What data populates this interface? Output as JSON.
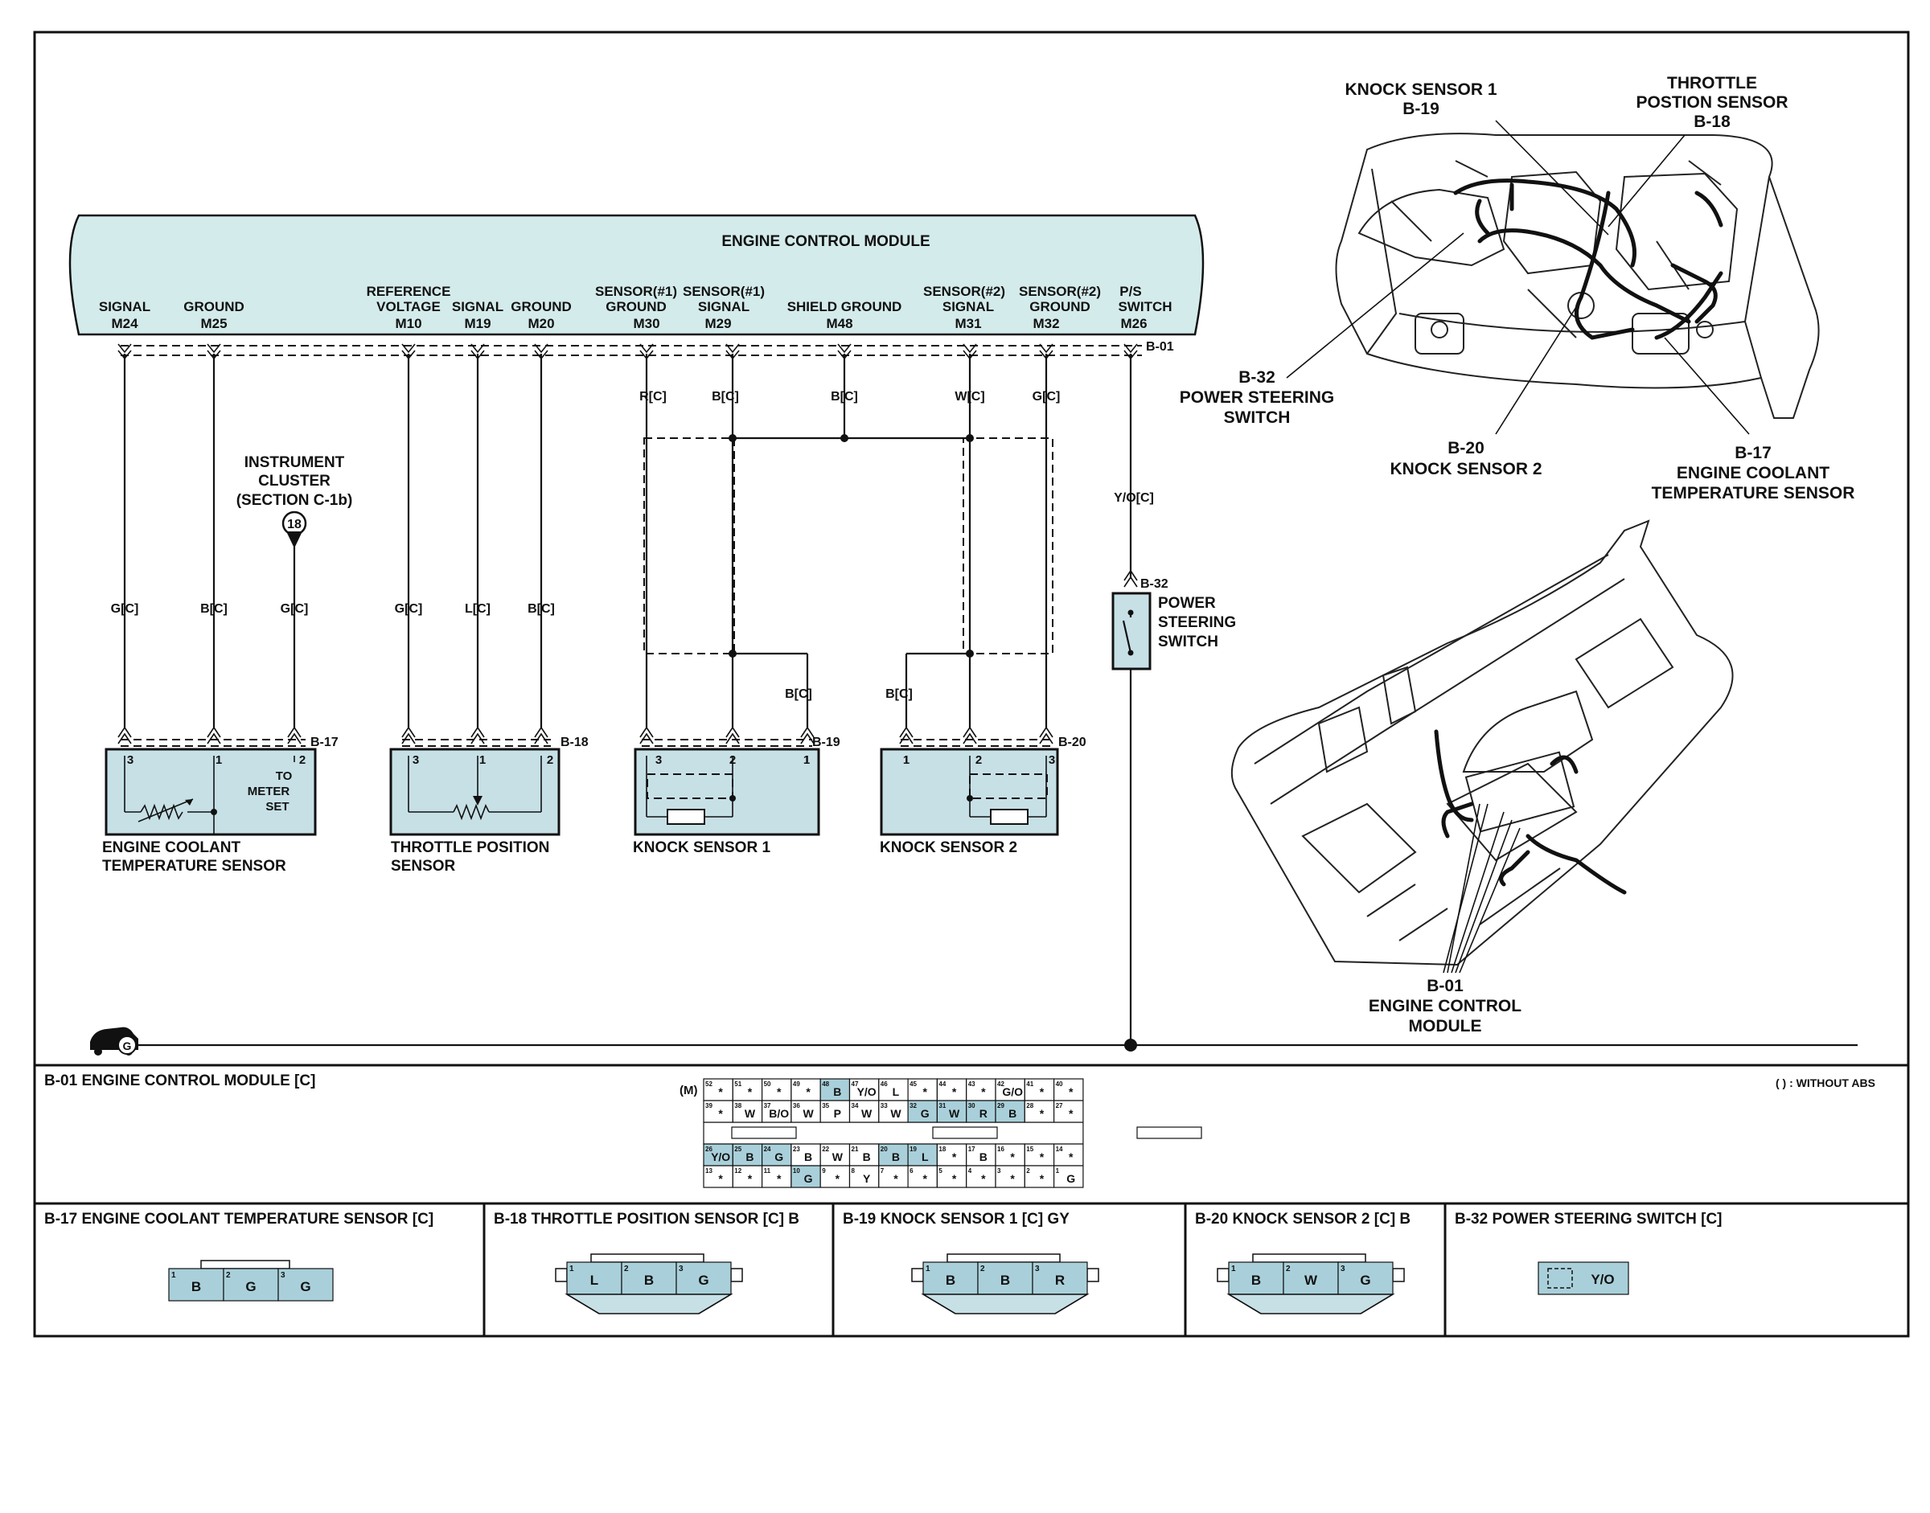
{
  "ecm": {
    "title": "ENGINE CONTROL MODULE",
    "pins": [
      {
        "l1": "",
        "l2": "SIGNAL",
        "pin": "M24"
      },
      {
        "l1": "",
        "l2": "GROUND",
        "pin": "M25"
      },
      {
        "l1": "REFERENCE",
        "l2": "VOLTAGE",
        "pin": "M10"
      },
      {
        "l1": "",
        "l2": "SIGNAL",
        "pin": "M19"
      },
      {
        "l1": "",
        "l2": "GROUND",
        "pin": "M20"
      },
      {
        "l1": "SENSOR(#1)",
        "l2": "GROUND",
        "pin": "M30"
      },
      {
        "l1": "SENSOR(#1)",
        "l2": "SIGNAL",
        "pin": "M29"
      },
      {
        "l1": "",
        "l2": "SHIELD GROUND",
        "pin": "M48"
      },
      {
        "l1": "SENSOR(#2)",
        "l2": "SIGNAL",
        "pin": "M31"
      },
      {
        "l1": "SENSOR(#2)",
        "l2": "GROUND",
        "pin": "M32"
      },
      {
        "l1": "P/S",
        "l2": "SWITCH",
        "pin": "M26"
      }
    ],
    "connector": "B-01"
  },
  "wires": {
    "top": [
      "R[C]",
      "B[C]",
      "B[C]",
      "W[C]",
      "G[C]"
    ],
    "ps": "Y/O[C]",
    "lower": [
      "G[C]",
      "B[C]",
      "G[C]",
      "G[C]",
      "L[C]",
      "B[C]"
    ],
    "ks1": "B[C]",
    "ks2": "B[C]"
  },
  "cluster": {
    "l1": "INSTRUMENT",
    "l2": "CLUSTER",
    "l3": "(SECTION C-1b)",
    "num": "18"
  },
  "ps_switch": {
    "conn": "B-32",
    "l1": "POWER",
    "l2": "STEERING",
    "l3": "SWITCH"
  },
  "components": [
    {
      "conn": "B-17",
      "name1": "ENGINE COOLANT",
      "name2": "TEMPERATURE SENSOR",
      "pins": [
        "3",
        "1",
        "2"
      ],
      "note1": "TO",
      "note2": "METER",
      "note3": "SET"
    },
    {
      "conn": "B-18",
      "name1": "THROTTLE POSITION",
      "name2": "SENSOR",
      "pins": [
        "3",
        "1",
        "2"
      ]
    },
    {
      "conn": "B-19",
      "name1": "KNOCK SENSOR 1",
      "name2": "",
      "pins": [
        "3",
        "2",
        "1"
      ]
    },
    {
      "conn": "B-20",
      "name1": "KNOCK SENSOR 2",
      "name2": "",
      "pins": [
        "1",
        "2",
        "3"
      ]
    }
  ],
  "ground_symbol": "G",
  "locator_top": {
    "ks1": [
      "KNOCK SENSOR 1",
      "B-19"
    ],
    "tps": [
      "THROTTLE",
      "POSTION SENSOR",
      "B-18"
    ],
    "psw": [
      "B-32",
      "POWER STEERING",
      "SWITCH"
    ],
    "ks2": [
      "B-20",
      "KNOCK SENSOR 2"
    ],
    "ect": [
      "B-17",
      "ENGINE COOLANT",
      "TEMPERATURE SENSOR"
    ]
  },
  "locator_bottom": {
    "ecm": [
      "B-01",
      "ENGINE CONTROL",
      "MODULE"
    ]
  },
  "connectors_section": {
    "ecm_title": "B-01 ENGINE CONTROL MODULE [C]",
    "m_label": "(M)",
    "abs_note": "( ) : WITHOUT ABS",
    "rows": [
      [
        [
          "52",
          "*",
          0
        ],
        [
          "51",
          "*",
          0
        ],
        [
          "50",
          "*",
          0
        ],
        [
          "49",
          "*",
          0
        ],
        [
          "48",
          "B",
          1
        ],
        [
          "47",
          "Y/O",
          0
        ],
        [
          "46",
          "L",
          0
        ],
        [
          "45",
          "*",
          0
        ],
        [
          "44",
          "*",
          0
        ],
        [
          "43",
          "*",
          0
        ],
        [
          "42",
          "G/O",
          0
        ],
        [
          "41",
          "*",
          0
        ],
        [
          "40",
          "*",
          0
        ]
      ],
      [
        [
          "39",
          "*",
          0
        ],
        [
          "38",
          "W",
          0
        ],
        [
          "37",
          "B/O",
          0
        ],
        [
          "36",
          "W",
          0
        ],
        [
          "35",
          "P",
          0
        ],
        [
          "34",
          "W",
          0
        ],
        [
          "33",
          "W",
          0
        ],
        [
          "32",
          "G",
          1
        ],
        [
          "31",
          "W",
          1
        ],
        [
          "30",
          "R",
          1
        ],
        [
          "29",
          "B",
          1
        ],
        [
          "28",
          "*",
          0
        ],
        [
          "27",
          "*",
          0
        ]
      ],
      [
        [
          "26",
          "Y/O",
          1
        ],
        [
          "25",
          "B",
          1
        ],
        [
          "24",
          "G",
          1
        ],
        [
          "23",
          "B",
          0
        ],
        [
          "22",
          "W",
          0
        ],
        [
          "21",
          "B",
          0
        ],
        [
          "20",
          "B",
          1
        ],
        [
          "19",
          "L",
          1
        ],
        [
          "18",
          "*",
          0
        ],
        [
          "17",
          "B",
          0
        ],
        [
          "16",
          "*",
          0
        ],
        [
          "15",
          "*",
          0
        ],
        [
          "14",
          "*",
          0
        ]
      ],
      [
        [
          "13",
          "*",
          0
        ],
        [
          "12",
          "*",
          0
        ],
        [
          "11",
          "*",
          0
        ],
        [
          "10",
          "G",
          1
        ],
        [
          "9",
          "*",
          0
        ],
        [
          "8",
          "Y",
          0
        ],
        [
          "7",
          "*",
          0
        ],
        [
          "6",
          "*",
          0
        ],
        [
          "5",
          "*",
          0
        ],
        [
          "4",
          "*",
          0
        ],
        [
          "3",
          "*",
          0
        ],
        [
          "2",
          "*",
          0
        ],
        [
          "1",
          "G",
          0
        ]
      ]
    ],
    "small": [
      {
        "title": "B-17 ENGINE COOLANT TEMPERATURE SENSOR [C]",
        "cells": [
          [
            "1",
            "B"
          ],
          [
            "2",
            "G"
          ],
          [
            "3",
            "G"
          ]
        ]
      },
      {
        "title": "B-18 THROTTLE POSITION SENSOR [C] B",
        "cells": [
          [
            "1",
            "L"
          ],
          [
            "2",
            "B"
          ],
          [
            "3",
            "G"
          ]
        ]
      },
      {
        "title": "B-19 KNOCK SENSOR 1 [C] GY",
        "cells": [
          [
            "1",
            "B"
          ],
          [
            "2",
            "B"
          ],
          [
            "3",
            "R"
          ]
        ]
      },
      {
        "title": "B-20 KNOCK SENSOR 2 [C] B",
        "cells": [
          [
            "1",
            "B"
          ],
          [
            "2",
            "W"
          ],
          [
            "3",
            "G"
          ]
        ]
      },
      {
        "title": "B-32 POWER STEERING SWITCH  [C]",
        "cells": [
          [
            "",
            "Y/O"
          ]
        ]
      }
    ]
  }
}
